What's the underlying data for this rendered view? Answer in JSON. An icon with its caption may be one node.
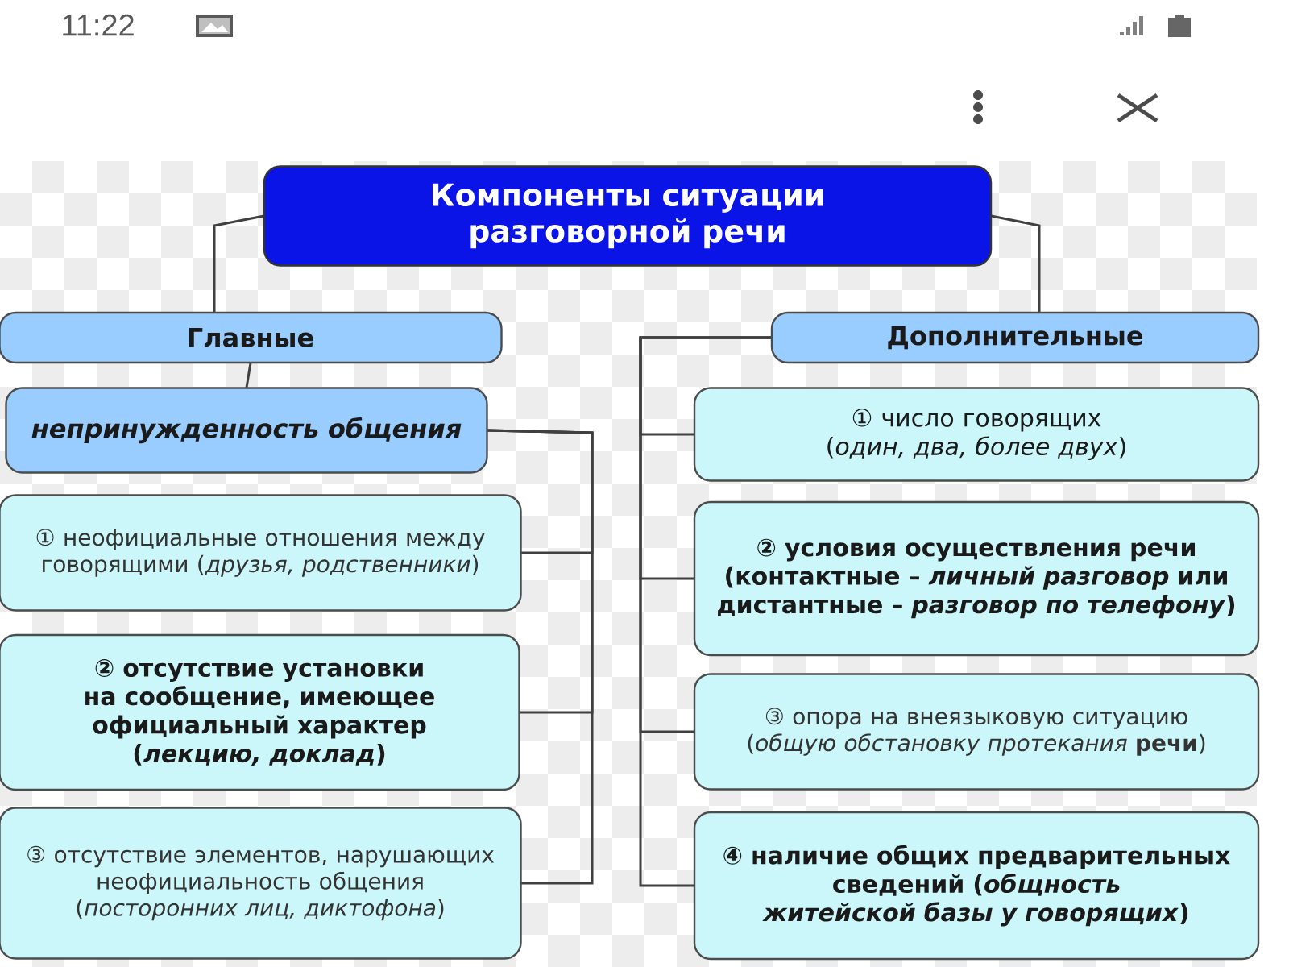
{
  "diagram": {
    "nodes": [
      {
        "text": [
          "Компоненты ситуации разговорной речи"
        ]
      },
      {
        "text": [
          "Главные"
        ]
      },
      {
        "text": [
          "Дополнительные"
        ]
      },
      {
        "text": [
          "непринужденность общения"
        ]
      },
      {
        "text": [
          "① неофициальные отношения между говорящими (*друзья, родственники*)"
        ]
      },
      {
        "text": [
          "② отсутствие установки на сообщение, имеющее официальный характер (*лекцию, доклад*)"
        ]
      },
      {
        "text": [
          "③ отсутствие элементов, нарушающих неофициальность общения (*посторонних лиц, диктофона*)"
        ]
      },
      {
        "text": [
          "① число говорящих (*один, два, более двух*)"
        ]
      },
      {
        "text": [
          "② условия осуществления речи (контактные – *личный разговор* или дистантные – *разговор по телефону*)"
        ]
      },
      {
        "text": [
          "③ опора на внеязыковую ситуацию (*общую обстановку протекания* **речи**)"
        ]
      },
      {
        "text": [
          "④ наличие общих предварительных сведений (*общность житейской базы у говорящих*)"
        ]
      }
    ],
    "edges": [
      {
        "from": 0,
        "to": 1,
        "arrow": "none"
      },
      {
        "from": 0,
        "to": 2,
        "arrow": "none"
      },
      {
        "from": 1,
        "to": 3,
        "arrow": "none"
      },
      {
        "from": 3,
        "to": 4,
        "arrow": "none"
      },
      {
        "from": 3,
        "to": 5,
        "arrow": "none"
      },
      {
        "from": 3,
        "to": 6,
        "arrow": "none"
      },
      {
        "from": 2,
        "to": 7,
        "arrow": "none"
      },
      {
        "from": 2,
        "to": 8,
        "arrow": "none"
      },
      {
        "from": 2,
        "to": 9,
        "arrow": "none"
      },
      {
        "from": 2,
        "to": 10,
        "arrow": "none"
      }
    ],
    "labels": [
      "11:22"
    ]
  }
}
